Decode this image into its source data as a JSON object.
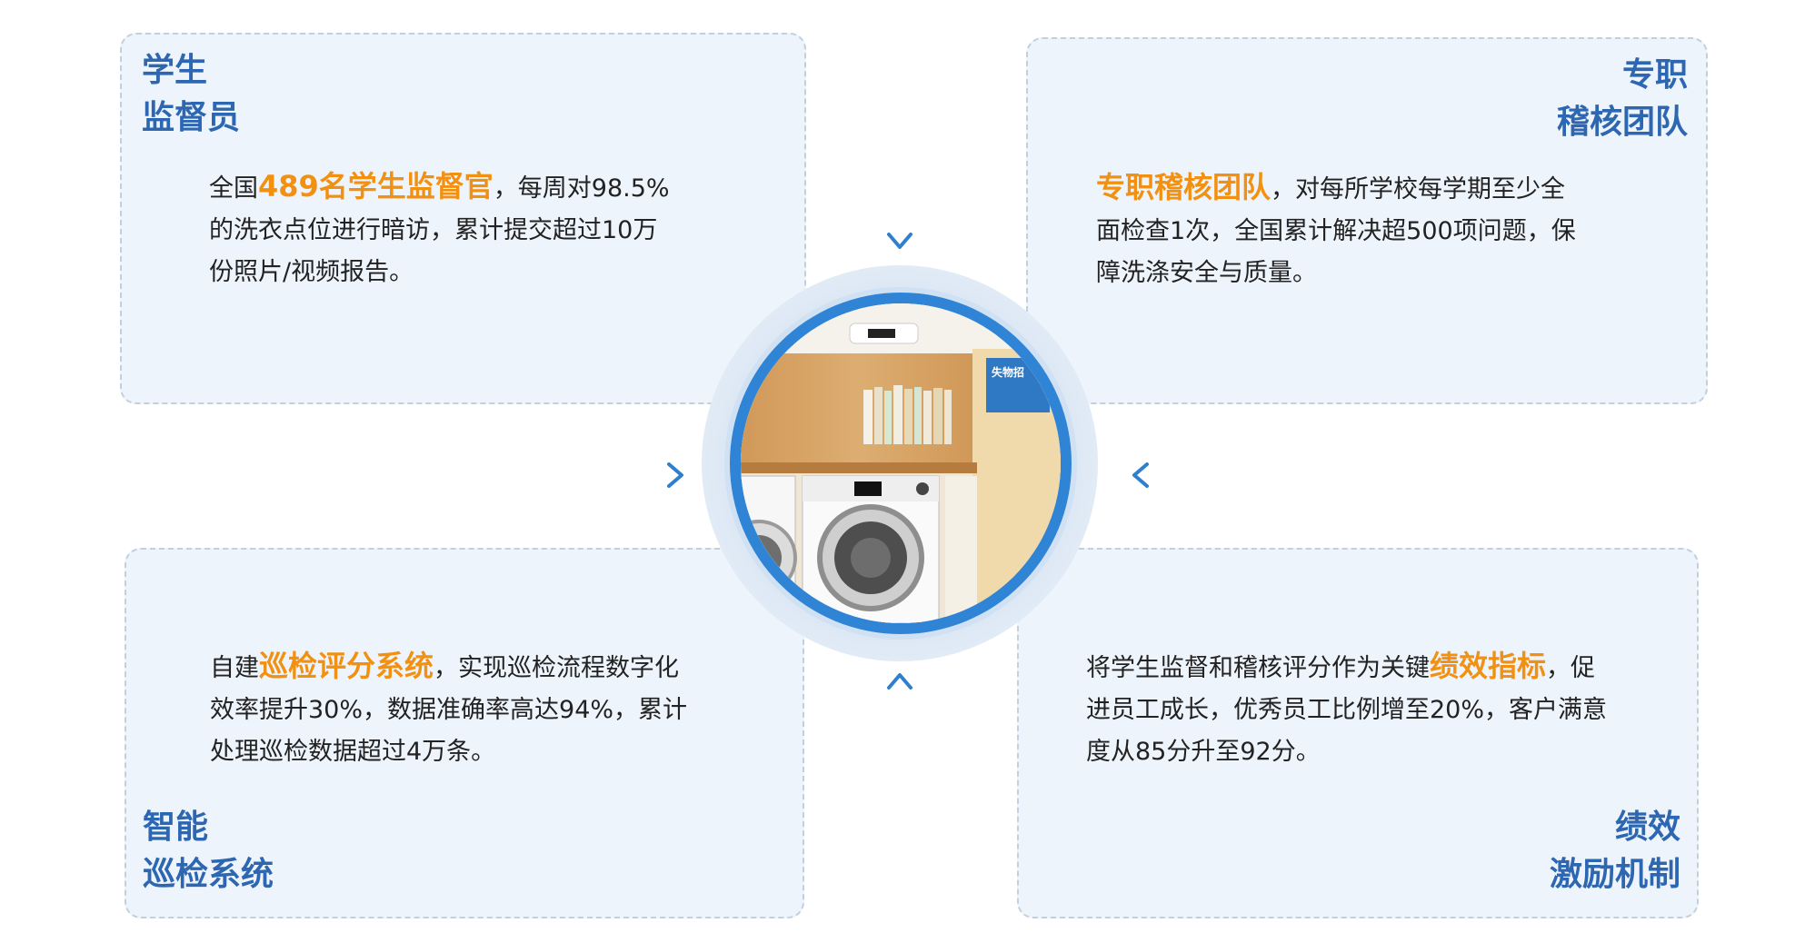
{
  "cards": {
    "top_left": {
      "title_line1": "学生",
      "title_line2": "监督员",
      "body_pre": "全国",
      "body_highlight": "489名学生监督官",
      "body_post1": "，每周对98.5%",
      "body_line2": "的洗衣点位进行暗访，累计提交超过10万",
      "body_line3": "份照片/视频报告。"
    },
    "top_right": {
      "title_line1": "专职",
      "title_line2": "稽核团队",
      "body_highlight": "专职稽核团队",
      "body_post1": "，对每所学校每学期至少全",
      "body_line2": "面检查1次，全国累计解决超500项问题，保",
      "body_line3": "障洗涤安全与质量。"
    },
    "bottom_left": {
      "title_line1": "智能",
      "title_line2": "巡检系统",
      "body_pre": "自建",
      "body_highlight": "巡检评分系统",
      "body_post1": "，实现巡检流程数字化",
      "body_line2": "效率提升30%，数据准确率高达94%，累计",
      "body_line3": "处理巡检数据超过4万条。"
    },
    "bottom_right": {
      "title_line1": "绩效",
      "title_line2": "激励机制",
      "body_pre": "将学生监督和稽核评分作为关键",
      "body_highlight": "绩效指标",
      "body_post1": "，促",
      "body_line2": "进员工成长，优秀员工比例增至20%，客户满意",
      "body_line3": "度从85分升至92分。"
    }
  },
  "center": {
    "photo_icon": "laundry-room-photo",
    "sign_text": "失物招"
  },
  "colors": {
    "title_blue": "#2d66b1",
    "highlight_orange": "#f29111",
    "arrow_blue": "#2f7fcf",
    "card_bg": "#eef4fb"
  }
}
